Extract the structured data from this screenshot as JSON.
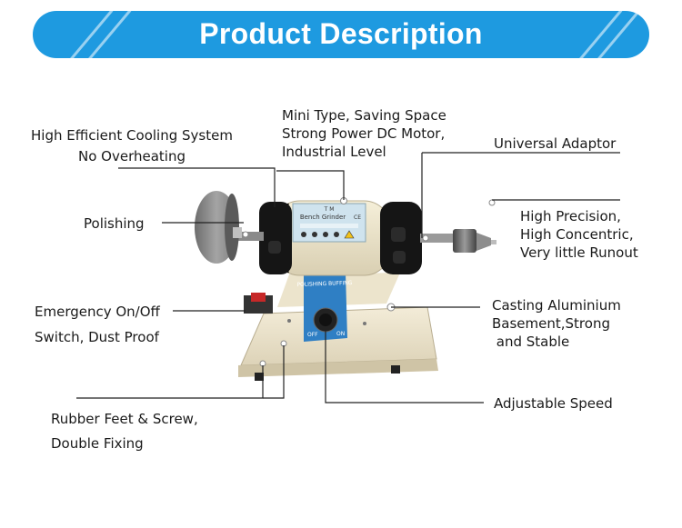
{
  "banner": {
    "title": "Product Description",
    "color": "#1e9ae0"
  },
  "labels": {
    "cooling_line1": "High Efficient Cooling System",
    "cooling_line2": "No Overheating",
    "mini_line1": "Mini Type, Saving Space",
    "mini_line2": "Strong Power DC Motor,",
    "mini_line3": "Industrial Level",
    "adaptor": "Universal Adaptor",
    "polishing": "Polishing",
    "precision_line1": "High Precision,",
    "precision_line2": "High Concentric,",
    "precision_line3": "Very little Runout",
    "emergency_line1": "Emergency On/Off",
    "emergency_line2": "Switch, Dust Proof",
    "casting_line1": "Casting Aluminium",
    "casting_line2": "Basement,Strong",
    "casting_line3": " and Stable",
    "speed": "Adjustable Speed",
    "feet_line1": "Rubber Feet & Screw,",
    "feet_line2": "Double Fixing"
  },
  "product": {
    "motor_label_brand": "T M",
    "motor_label_title": "Bench Grinder",
    "motor_label_ce": "CE",
    "panel_label": "POLISHING BUFFING",
    "knob_off": "OFF",
    "knob_on": "ON"
  }
}
